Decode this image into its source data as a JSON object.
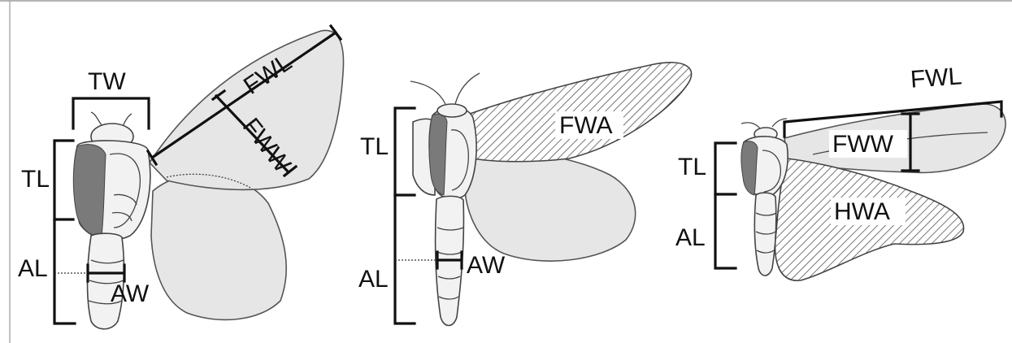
{
  "figure": {
    "panels": [
      {
        "id": "left-moth",
        "labels": {
          "tw": "TW",
          "tl": "TL",
          "al": "AL",
          "aw": "AW",
          "fwl": "FWL",
          "fww": "FWW"
        }
      },
      {
        "id": "middle-moth",
        "labels": {
          "tl": "TL",
          "al": "AL",
          "aw": "AW",
          "fwa": "FWA"
        }
      },
      {
        "id": "right-moth",
        "labels": {
          "tl": "TL",
          "al": "AL",
          "fwl": "FWL",
          "fww": "FWW",
          "hwa": "HWA"
        }
      }
    ],
    "colors": {
      "wing_fill": "#e6e6e6",
      "outline": "#444444",
      "bracket": "#111111",
      "hatch": "#555555",
      "thorax_shade": "#7a7a7a"
    }
  }
}
